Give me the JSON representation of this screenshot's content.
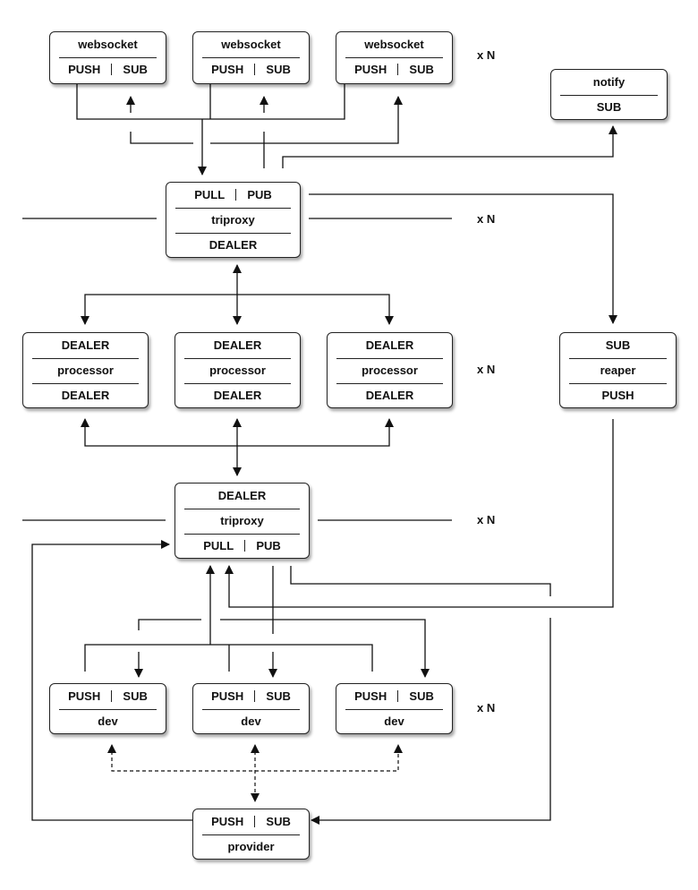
{
  "multiplier": "x N",
  "websockets": [
    {
      "title": "websocket",
      "push": "PUSH",
      "sub": "SUB"
    },
    {
      "title": "websocket",
      "push": "PUSH",
      "sub": "SUB"
    },
    {
      "title": "websocket",
      "push": "PUSH",
      "sub": "SUB"
    }
  ],
  "notify": {
    "title": "notify",
    "sub": "SUB"
  },
  "triproxy_top": {
    "pull": "PULL",
    "pub": "PUB",
    "name": "triproxy",
    "dealer": "DEALER"
  },
  "processors": [
    {
      "top": "DEALER",
      "name": "processor",
      "bottom": "DEALER"
    },
    {
      "top": "DEALER",
      "name": "processor",
      "bottom": "DEALER"
    },
    {
      "top": "DEALER",
      "name": "processor",
      "bottom": "DEALER"
    }
  ],
  "reaper": {
    "sub": "SUB",
    "name": "reaper",
    "push": "PUSH"
  },
  "triproxy_bottom": {
    "dealer": "DEALER",
    "name": "triproxy",
    "pull": "PULL",
    "pub": "PUB"
  },
  "devs": [
    {
      "push": "PUSH",
      "sub": "SUB",
      "name": "dev"
    },
    {
      "push": "PUSH",
      "sub": "SUB",
      "name": "dev"
    },
    {
      "push": "PUSH",
      "sub": "SUB",
      "name": "dev"
    }
  ],
  "provider": {
    "push": "PUSH",
    "sub": "SUB",
    "name": "provider"
  }
}
